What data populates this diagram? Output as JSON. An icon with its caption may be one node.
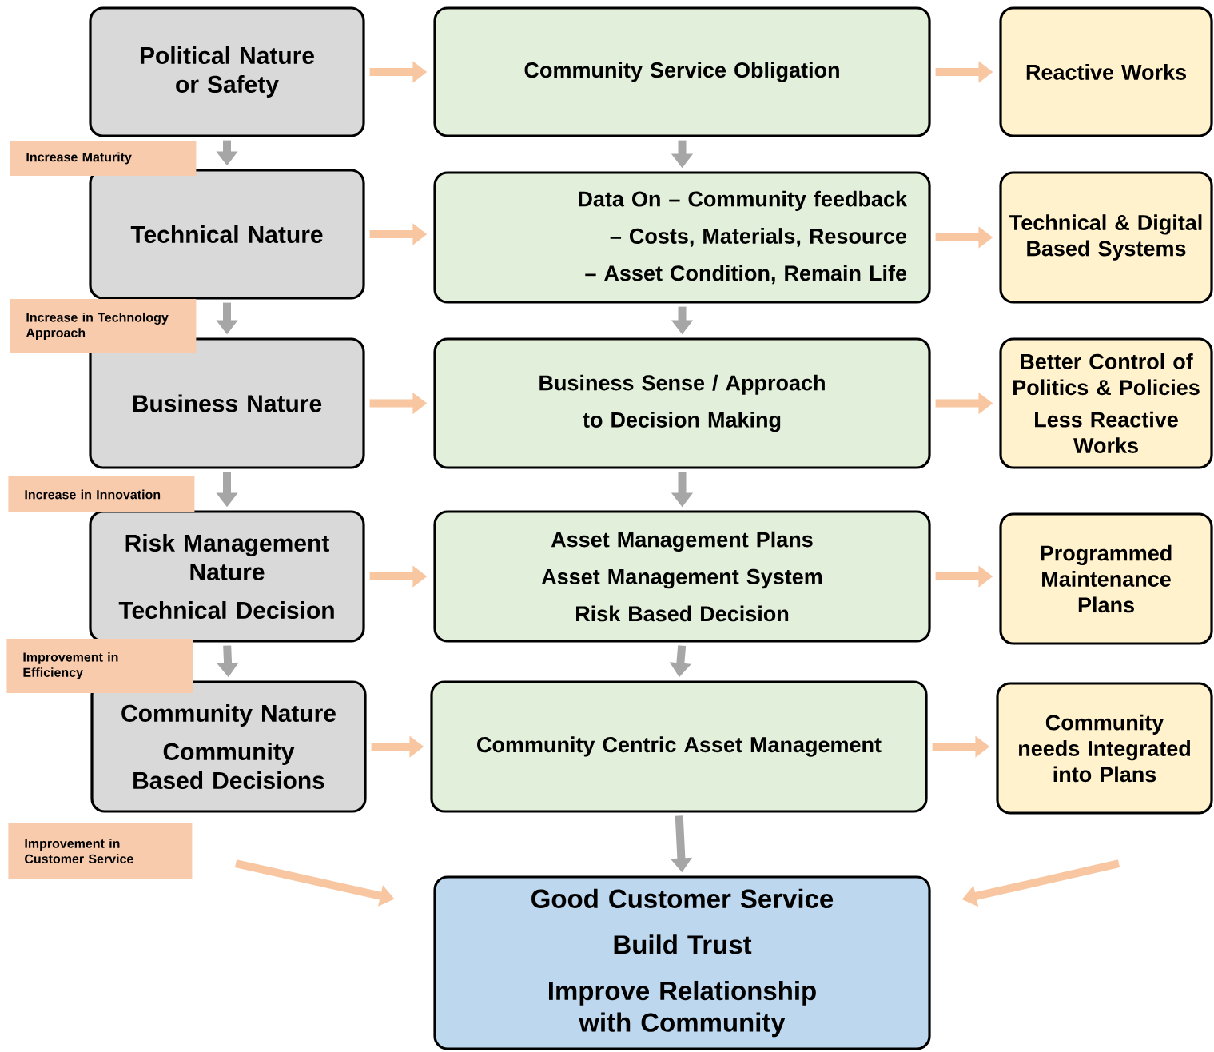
{
  "diagram": {
    "nodes": [
      {
        "text": [
          "Political Nature or Safety"
        ]
      },
      {
        "text": [
          "Technical Nature"
        ]
      },
      {
        "text": [
          "Business Nature"
        ]
      },
      {
        "text": [
          "Risk Management Nature",
          "Technical Decision"
        ]
      },
      {
        "text": [
          "Community Nature",
          "Community Based Decisions"
        ]
      },
      {
        "text": [
          "Community Service Obligation"
        ]
      },
      {
        "text": [
          "Data On  – Community feedback",
          "– Costs, Materials, Resource",
          "– Asset Condition, Remain Life"
        ]
      },
      {
        "text": [
          "Business Sense / Approach",
          "to Decision Making"
        ]
      },
      {
        "text": [
          "Asset Management Plans",
          "Asset Management System",
          "Risk Based Decision"
        ]
      },
      {
        "text": [
          "Community Centric Asset Management"
        ]
      },
      {
        "text": [
          "Reactive Works"
        ]
      },
      {
        "text": [
          "Technical & Digital Based Systems"
        ]
      },
      {
        "text": [
          "Better Control of Politics & Policies",
          "Less Reactive Works"
        ]
      },
      {
        "text": [
          "Programmed Maintenance Plans"
        ]
      },
      {
        "text": [
          "Community needs Integrated into Plans"
        ]
      },
      {
        "text": [
          "Good Customer Service",
          "Build Trust",
          "Improve Relationship with Community"
        ]
      },
      {
        "text": [
          "Increase Maturity"
        ]
      },
      {
        "text": [
          "Increase in Technology Approach"
        ]
      },
      {
        "text": [
          "Increase in Innovation"
        ]
      },
      {
        "text": [
          "Improvement in Efficiency"
        ]
      },
      {
        "text": [
          "Improvement in Customer Service"
        ]
      }
    ],
    "edges": [
      {
        "from": 0,
        "to": 5,
        "arrow": "to"
      },
      {
        "from": 1,
        "to": 6,
        "arrow": "to"
      },
      {
        "from": 2,
        "to": 7,
        "arrow": "to"
      },
      {
        "from": 3,
        "to": 8,
        "arrow": "to"
      },
      {
        "from": 4,
        "to": 9,
        "arrow": "to"
      },
      {
        "from": 5,
        "to": 10,
        "arrow": "to"
      },
      {
        "from": 6,
        "to": 11,
        "arrow": "to"
      },
      {
        "from": 7,
        "to": 12,
        "arrow": "to"
      },
      {
        "from": 8,
        "to": 13,
        "arrow": "to"
      },
      {
        "from": 9,
        "to": 14,
        "arrow": "to"
      },
      {
        "from": 0,
        "to": 1,
        "arrow": "to",
        "color": "#a6a6a6"
      },
      {
        "from": 1,
        "to": 2,
        "arrow": "to",
        "color": "#a6a6a6"
      },
      {
        "from": 2,
        "to": 3,
        "arrow": "to",
        "color": "#a6a6a6"
      },
      {
        "from": 3,
        "to": 4,
        "arrow": "to",
        "color": "#a6a6a6"
      },
      {
        "from": 5,
        "to": 6,
        "arrow": "to",
        "color": "#a6a6a6"
      },
      {
        "from": 6,
        "to": 7,
        "arrow": "to",
        "color": "#a6a6a6"
      },
      {
        "from": 7,
        "to": 8,
        "arrow": "to",
        "color": "#a6a6a6"
      },
      {
        "from": 8,
        "to": 9,
        "arrow": "to",
        "color": "#a6a6a6"
      },
      {
        "from": 9,
        "to": 15,
        "arrow": "to",
        "color": "#a6a6a6"
      },
      {
        "from": null,
        "to": 15,
        "arrow": "to"
      },
      {
        "from": null,
        "to": 15,
        "arrow": "to"
      }
    ]
  }
}
